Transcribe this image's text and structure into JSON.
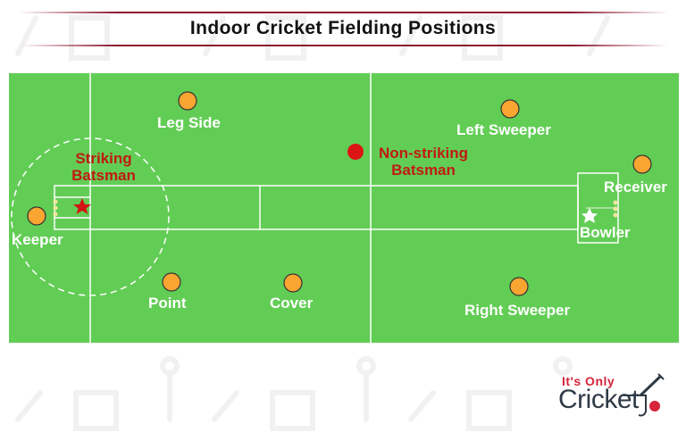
{
  "header": {
    "title": "Indoor Cricket Fielding Positions"
  },
  "field": {
    "color": "#62cd55",
    "line_color": "#ffffff"
  },
  "batsmen": {
    "striking": {
      "line1": "Striking",
      "line2": "Batsman",
      "marker": "red-star-icon",
      "color": "#c01a12"
    },
    "non_striking": {
      "line1": "Non-striking",
      "line2": "Batsman",
      "marker": "red-dot-icon",
      "color": "#c01a12"
    }
  },
  "positions": [
    {
      "id": "keeper",
      "label": "Keeper"
    },
    {
      "id": "leg-side",
      "label": "Leg Side"
    },
    {
      "id": "point",
      "label": "Point"
    },
    {
      "id": "cover",
      "label": "Cover"
    },
    {
      "id": "left-sweeper",
      "label": "Left Sweeper"
    },
    {
      "id": "right-sweeper",
      "label": "Right Sweeper"
    },
    {
      "id": "receiver",
      "label": "Receiver"
    },
    {
      "id": "bowler",
      "label": "Bowler"
    }
  ],
  "fielder_color": "#f9a531",
  "logo": {
    "line1": "It's Only",
    "line2": "Cricket",
    "accent": "#d6243a",
    "dark": "#2e3a46"
  }
}
